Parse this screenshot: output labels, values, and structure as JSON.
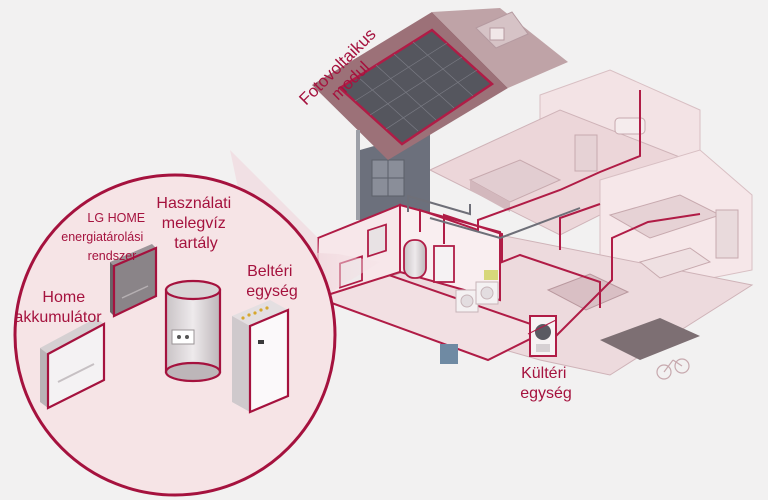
{
  "labels": {
    "pv_module": [
      "Fotovoltaikus",
      "modul"
    ],
    "lg_home": [
      "LG HOME",
      "energiatárolási",
      "rendszer"
    ],
    "home_battery": [
      "Home",
      "akkumulátor"
    ],
    "hot_water_tank": [
      "Használati",
      "melegvíz",
      "tartály"
    ],
    "indoor_unit": [
      "Beltéri",
      "egység"
    ],
    "outdoor_unit": [
      "Kültéri",
      "egység"
    ]
  },
  "colors": {
    "accent": "#b01c46",
    "accent_dark": "#8e1238",
    "house_wall": "#f7e9ea",
    "room_floor": "#ecd6d9",
    "zoom_fill": "#f6e4e6",
    "roof": "#9c7178",
    "roof_top": "#bfa3a7",
    "panel": "#55565e",
    "background": "#f2f1f1"
  },
  "icons": [
    "solar-panel-icon",
    "battery-icon",
    "energy-storage-icon",
    "water-tank-icon",
    "indoor-unit-icon",
    "outdoor-unit-icon",
    "washing-machine-icon",
    "bicycle-icon"
  ]
}
